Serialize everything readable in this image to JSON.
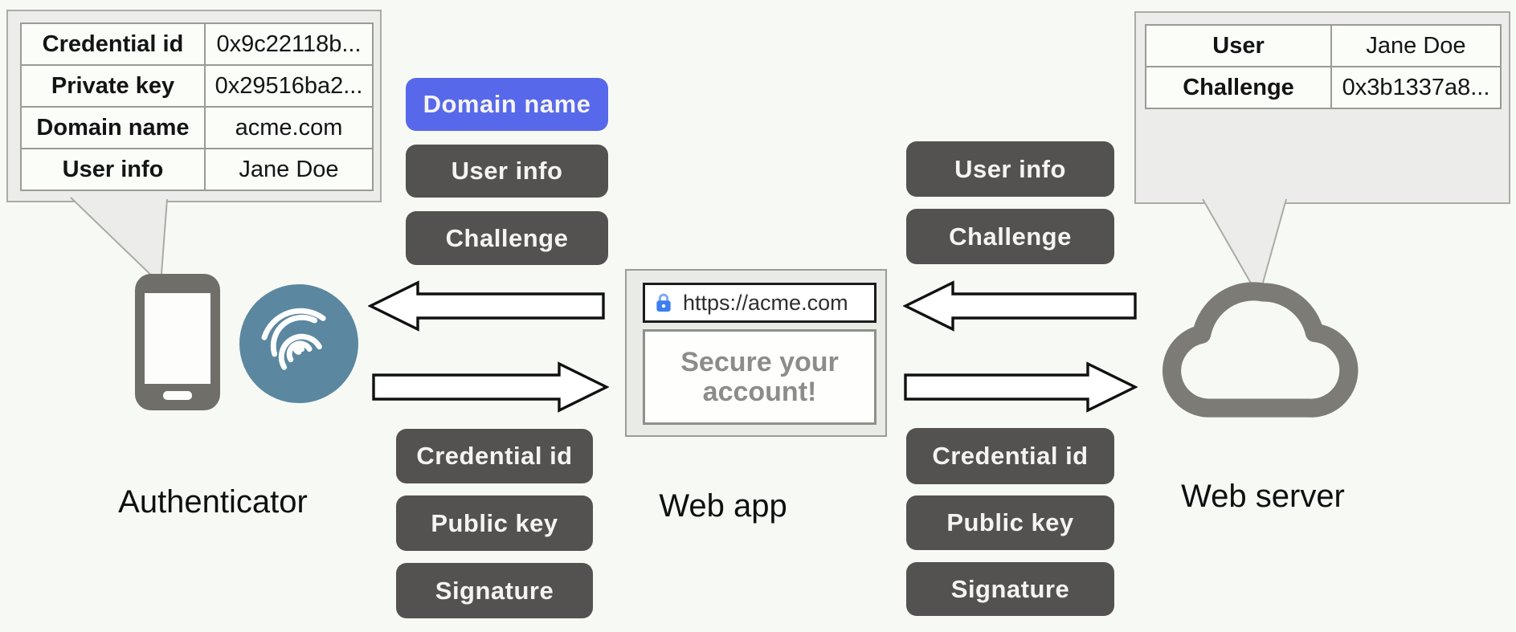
{
  "colors": {
    "page_bg": "#f7faf4",
    "accent_blue": "#5868eb",
    "button_dark": "#545250",
    "fingerprint_teal": "#5b87a0",
    "icon_gray": "#6f6e69",
    "lock_blue": "#3d7ef0",
    "bubble_gray": "#ecedeb"
  },
  "authenticator": {
    "label": "Authenticator",
    "bubble_rows": [
      {
        "key": "Credential id",
        "value": "0x9c22118b..."
      },
      {
        "key": "Private key",
        "value": "0x29516ba2..."
      },
      {
        "key": "Domain name",
        "value": "acme.com"
      },
      {
        "key": "User info",
        "value": "Jane Doe"
      }
    ]
  },
  "web_server": {
    "label": "Web server",
    "bubble_rows": [
      {
        "key": "User",
        "value": "Jane Doe"
      },
      {
        "key": "Challenge",
        "value": "0x3b1337a8..."
      }
    ]
  },
  "web_app": {
    "label": "Web app",
    "url": "https://acme.com",
    "message_line1": "Secure your",
    "message_line2": "account!"
  },
  "left_column": {
    "top_buttons": [
      "Domain name",
      "User info",
      "Challenge"
    ],
    "bottom_buttons": [
      "Credential id",
      "Public key",
      "Signature"
    ]
  },
  "right_column": {
    "top_buttons": [
      "User info",
      "Challenge"
    ],
    "bottom_buttons": [
      "Credential id",
      "Public key",
      "Signature"
    ]
  }
}
